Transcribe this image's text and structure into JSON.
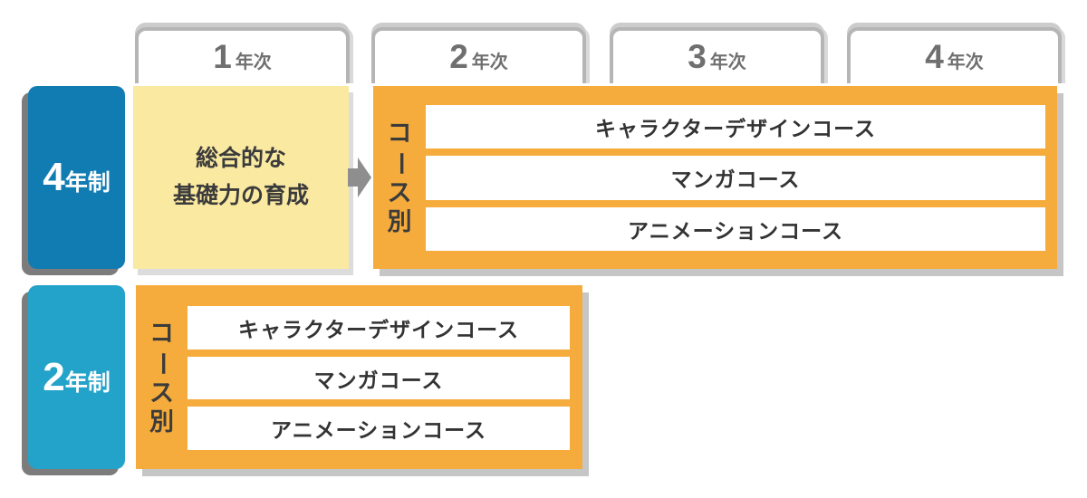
{
  "diagram": {
    "year_tabs": [
      {
        "number": "1",
        "unit": "年次"
      },
      {
        "number": "2",
        "unit": "年次"
      },
      {
        "number": "3",
        "unit": "年次"
      },
      {
        "number": "4",
        "unit": "年次"
      }
    ],
    "four_year_program": {
      "badge": {
        "number": "4",
        "unit": "年制"
      },
      "year1_focus": {
        "line1": "総合的な",
        "line2": "基礎力の育成"
      },
      "course_group": {
        "label": "コース別",
        "courses": [
          "キャラクターデザインコース",
          "マンガコース",
          "アニメーションコース"
        ]
      }
    },
    "two_year_program": {
      "badge": {
        "number": "2",
        "unit": "年制"
      },
      "course_group": {
        "label": "コース別",
        "courses": [
          "キャラクターデザインコース",
          "マンガコース",
          "アニメーションコース"
        ]
      }
    },
    "icons": {
      "transition_arrow": "right-arrow-icon"
    },
    "colors": {
      "four_year_blue": "#117CB2",
      "two_year_blue": "#23A3C9",
      "course_group_orange": "#F5AC3D",
      "foundation_yellow": "#FAE9A1",
      "tab_border_gray": "#B5B5B5",
      "tab_text_gray": "#6F6F6F",
      "badge_shadow_gray": "#7C7C7C",
      "box_shadow_gray": "#C6C6C6",
      "arrow_gray": "#8E8E8E",
      "course_text_dark": "#333333"
    }
  }
}
